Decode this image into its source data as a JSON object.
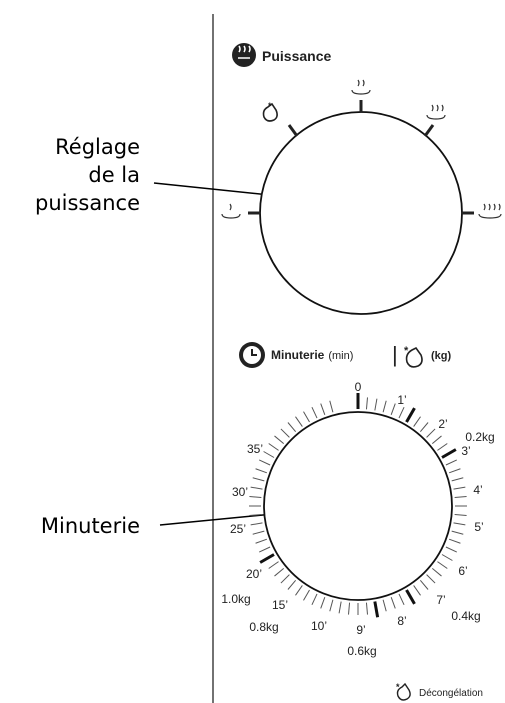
{
  "callouts": {
    "power": [
      "Réglage",
      "de la",
      "puissance"
    ],
    "timer": "Minuterie"
  },
  "power_panel": {
    "title": "Puissance"
  },
  "timer_panel": {
    "title": "Minuterie",
    "unit_min": "(min)",
    "separator": "|",
    "unit_kg": "(kg)"
  },
  "timer_dial": {
    "minute_labels": [
      "0",
      "1’",
      "2’",
      "3’",
      "4’",
      "5’",
      "6’",
      "7’",
      "8’",
      "9’",
      "10’",
      "15’",
      "20’",
      "25’",
      "30’",
      "35’"
    ],
    "weight_labels": [
      "0.2kg",
      "0.4kg",
      "0.6kg",
      "0.8kg",
      "1.0kg"
    ]
  },
  "footer": {
    "legend": "Décongélation"
  },
  "colors": {
    "ink": "#222222",
    "text": "#000000",
    "panel_border": "#444444"
  }
}
